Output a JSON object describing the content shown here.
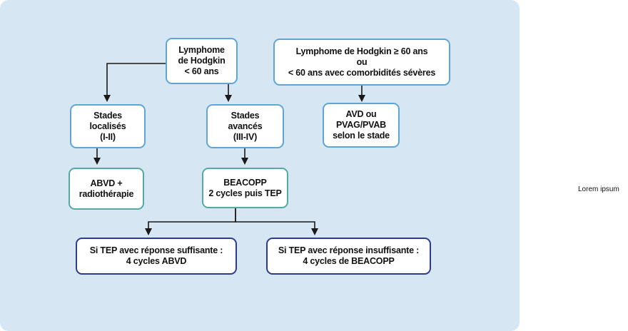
{
  "diagram": {
    "nodes": {
      "hodgkin_young": "Lymphome\nde Hodgkin\n< 60 ans",
      "hodgkin_old": "Lymphome de Hodgkin ≥ 60 ans\nou\n< 60 ans avec comorbidités sévères",
      "stades_localises": "Stades\nlocalisés\n(I-II)",
      "stades_avances": "Stades\navancés\n(III-IV)",
      "avd_pvag": "AVD ou\nPVAG/PVAB\nselon le stade",
      "abvd_radio": "ABVD +\nradiothérapie",
      "beacopp": "BEACOPP\n2 cycles puis TEP",
      "tep_suffisante": "Si TEP avec réponse suffisante :\n4 cycles ABVD",
      "tep_insuffisante": "Si TEP avec réponse insuffisante :\n4 cycles de BEACOPP"
    },
    "colors": {
      "panel": "#d7e6f3",
      "light_blue_border": "#5ea6d8",
      "teal_border": "#55aaa2",
      "dark_blue_border": "#2d3c8c",
      "arrow": "#1a1a1a"
    }
  },
  "side_note": "Lorem ipsum"
}
